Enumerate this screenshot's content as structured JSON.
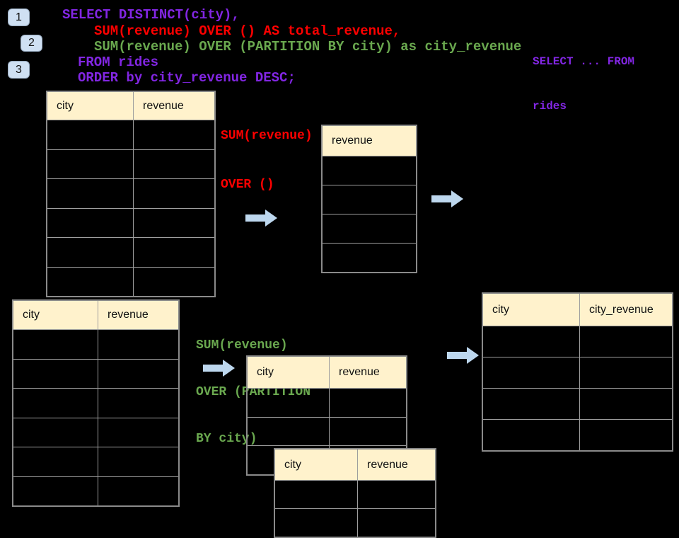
{
  "colors": {
    "background": "#000000",
    "sql_purple": "#8226E3",
    "sql_red": "#FF0000",
    "sql_green": "#6AA84F",
    "table_header_bg": "#FFF2CC",
    "table_border": "#9e9e9e",
    "arrow_fill": "#BDD7EE",
    "badge_bg": "#CFE0F3"
  },
  "badges": [
    {
      "label": "1"
    },
    {
      "label": "2"
    },
    {
      "label": "3"
    }
  ],
  "code": {
    "lines": [
      {
        "text": "SELECT DISTINCT(city),",
        "color": "purple"
      },
      {
        "text": "SUM(revenue) OVER () AS total_revenue,",
        "color": "red"
      },
      {
        "text": "SUM(revenue) OVER (PARTITION BY city) as city_revenue",
        "color": "green"
      },
      {
        "text": "FROM rides",
        "color": "purple"
      },
      {
        "text": "ORDER by city_revenue DESC;",
        "color": "purple"
      }
    ]
  },
  "side_note": {
    "line1": "SELECT ... FROM",
    "line2": "rides"
  },
  "annotations": {
    "total": {
      "line1": "SUM(revenue)",
      "line2": "OVER ()"
    },
    "partition": {
      "line1": "SUM(revenue)",
      "line2": "OVER (PARTITION",
      "line3": "BY city)"
    }
  },
  "tables": {
    "source_top": {
      "headers": [
        "city",
        "revenue"
      ],
      "rows": 6
    },
    "total_revenue": {
      "headers": [
        "revenue"
      ],
      "rows": 4
    },
    "source_bottom": {
      "headers": [
        "city",
        "revenue"
      ],
      "rows": 6
    },
    "partition_mid": {
      "headers": [
        "city",
        "revenue"
      ],
      "rows": 3
    },
    "partition_overlay": {
      "headers": [
        "city",
        "revenue"
      ],
      "rows": 2
    },
    "result": {
      "headers": [
        "city",
        "city_revenue"
      ],
      "rows": 4
    }
  }
}
